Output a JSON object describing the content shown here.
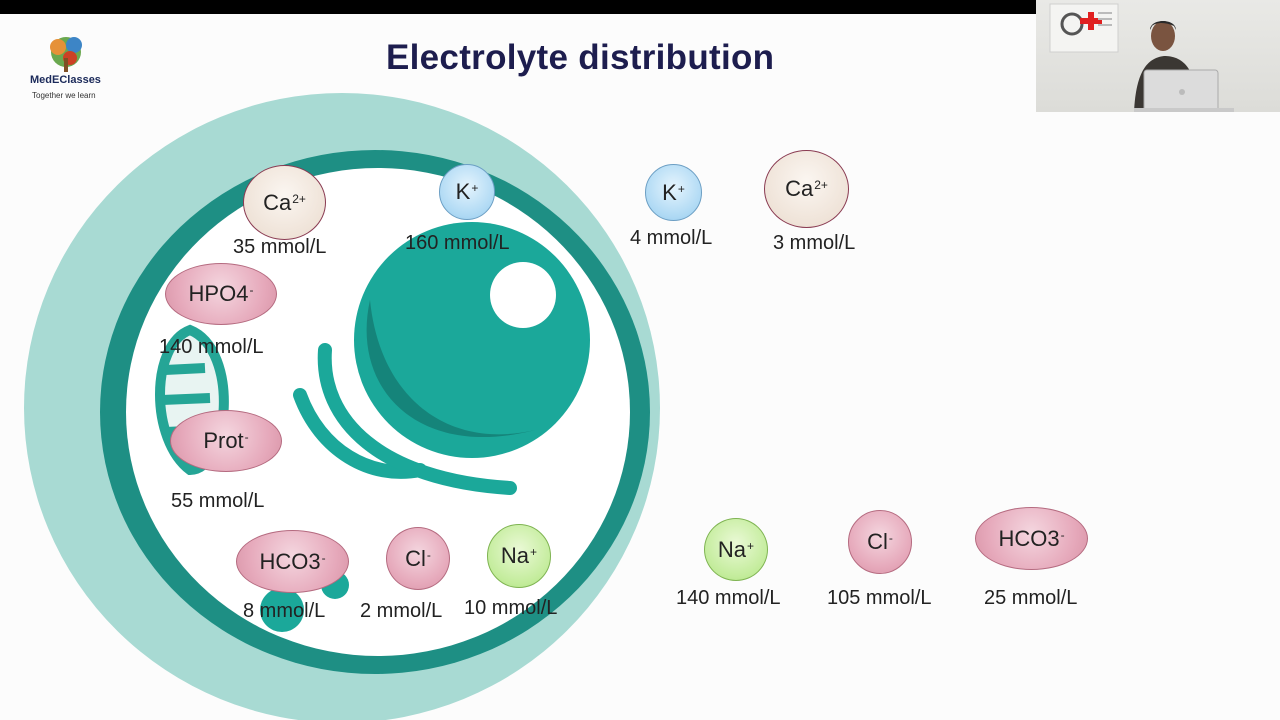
{
  "logo": {
    "name": "MedEClasses",
    "tagline": "Together we learn"
  },
  "title": "Electrolyte distribution",
  "intracellular": [
    {
      "id": "ca",
      "symbol": "Ca",
      "charge": "2+",
      "concentration": "35 mmol/L",
      "color": "#efe3d8"
    },
    {
      "id": "k",
      "symbol": "K",
      "charge": "+",
      "concentration": "160 mmol/L",
      "color": "#aed9f4"
    },
    {
      "id": "hpo4",
      "symbol": "HPO4",
      "charge": "-",
      "concentration": "140 mmol/L",
      "color": "#e6a9bb"
    },
    {
      "id": "prot",
      "symbol": "Prot",
      "charge": "-",
      "concentration": "55 mmol/L",
      "color": "#e6a9bb"
    },
    {
      "id": "hco3",
      "symbol": "HCO3",
      "charge": "-",
      "concentration": "8 mmol/L",
      "color": "#e6a9bb"
    },
    {
      "id": "cl",
      "symbol": "Cl",
      "charge": "-",
      "concentration": "2 mmol/L",
      "color": "#e6a9bb"
    },
    {
      "id": "na",
      "symbol": "Na",
      "charge": "+",
      "concentration": "10 mmol/L",
      "color": "#c3ec9b"
    }
  ],
  "extracellular": [
    {
      "id": "k",
      "symbol": "K",
      "charge": "+",
      "concentration": "4 mmol/L",
      "color": "#aed9f4"
    },
    {
      "id": "ca",
      "symbol": "Ca",
      "charge": "2+",
      "concentration": "3 mmol/L",
      "color": "#efe3d8"
    },
    {
      "id": "na",
      "symbol": "Na",
      "charge": "+",
      "concentration": "140 mmol/L",
      "color": "#c3ec9b"
    },
    {
      "id": "cl",
      "symbol": "Cl",
      "charge": "-",
      "concentration": "105 mmol/L",
      "color": "#e6a9bb"
    },
    {
      "id": "hco3",
      "symbol": "HCO3",
      "charge": "-",
      "concentration": "25 mmol/L",
      "color": "#e6a9bb"
    }
  ],
  "colors": {
    "cell_outer": "#a8dad3",
    "cell_membrane": "#1e8f84",
    "organelle": "#1ba89a",
    "title": "#1d1d4e"
  }
}
